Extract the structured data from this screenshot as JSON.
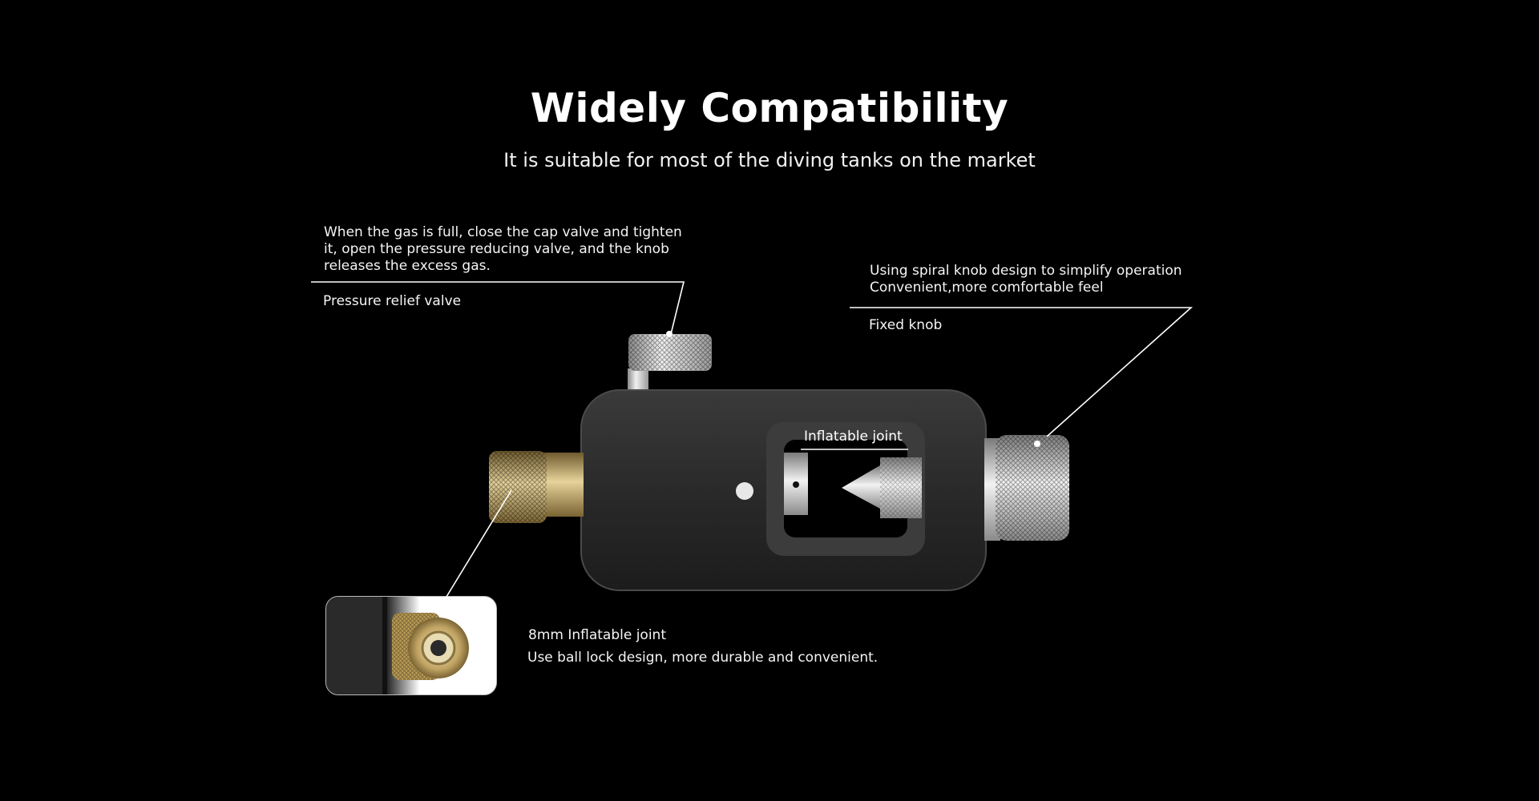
{
  "header": {
    "title": "Widely Compatibility",
    "subtitle": "It is suitable for most of the diving tanks on the market"
  },
  "callouts": {
    "pressure_relief": {
      "description_lines": [
        "When the gas is full, close the cap valve and tighten",
        "it, open the pressure reducing valve, and the knob",
        "releases the excess gas."
      ],
      "label": "Pressure relief valve"
    },
    "fixed_knob": {
      "description_lines": [
        "Using spiral knob design to simplify operation",
        "Convenient,more comfortable feel"
      ],
      "label": "Fixed knob"
    },
    "inflatable_joint": {
      "label": "Inflatable joint"
    },
    "joint_8mm": {
      "label": "8mm Inflatable joint",
      "description": "Use ball lock design, more durable and convenient."
    }
  },
  "colors": {
    "background": "#000000",
    "text": "#ffffff",
    "body": "#2b2b2b",
    "brass": "#b89a55",
    "steel": "#c8c8c8"
  },
  "images": {
    "device": "adapter-product-photo",
    "inset": "brass-quick-coupler-closeup"
  }
}
